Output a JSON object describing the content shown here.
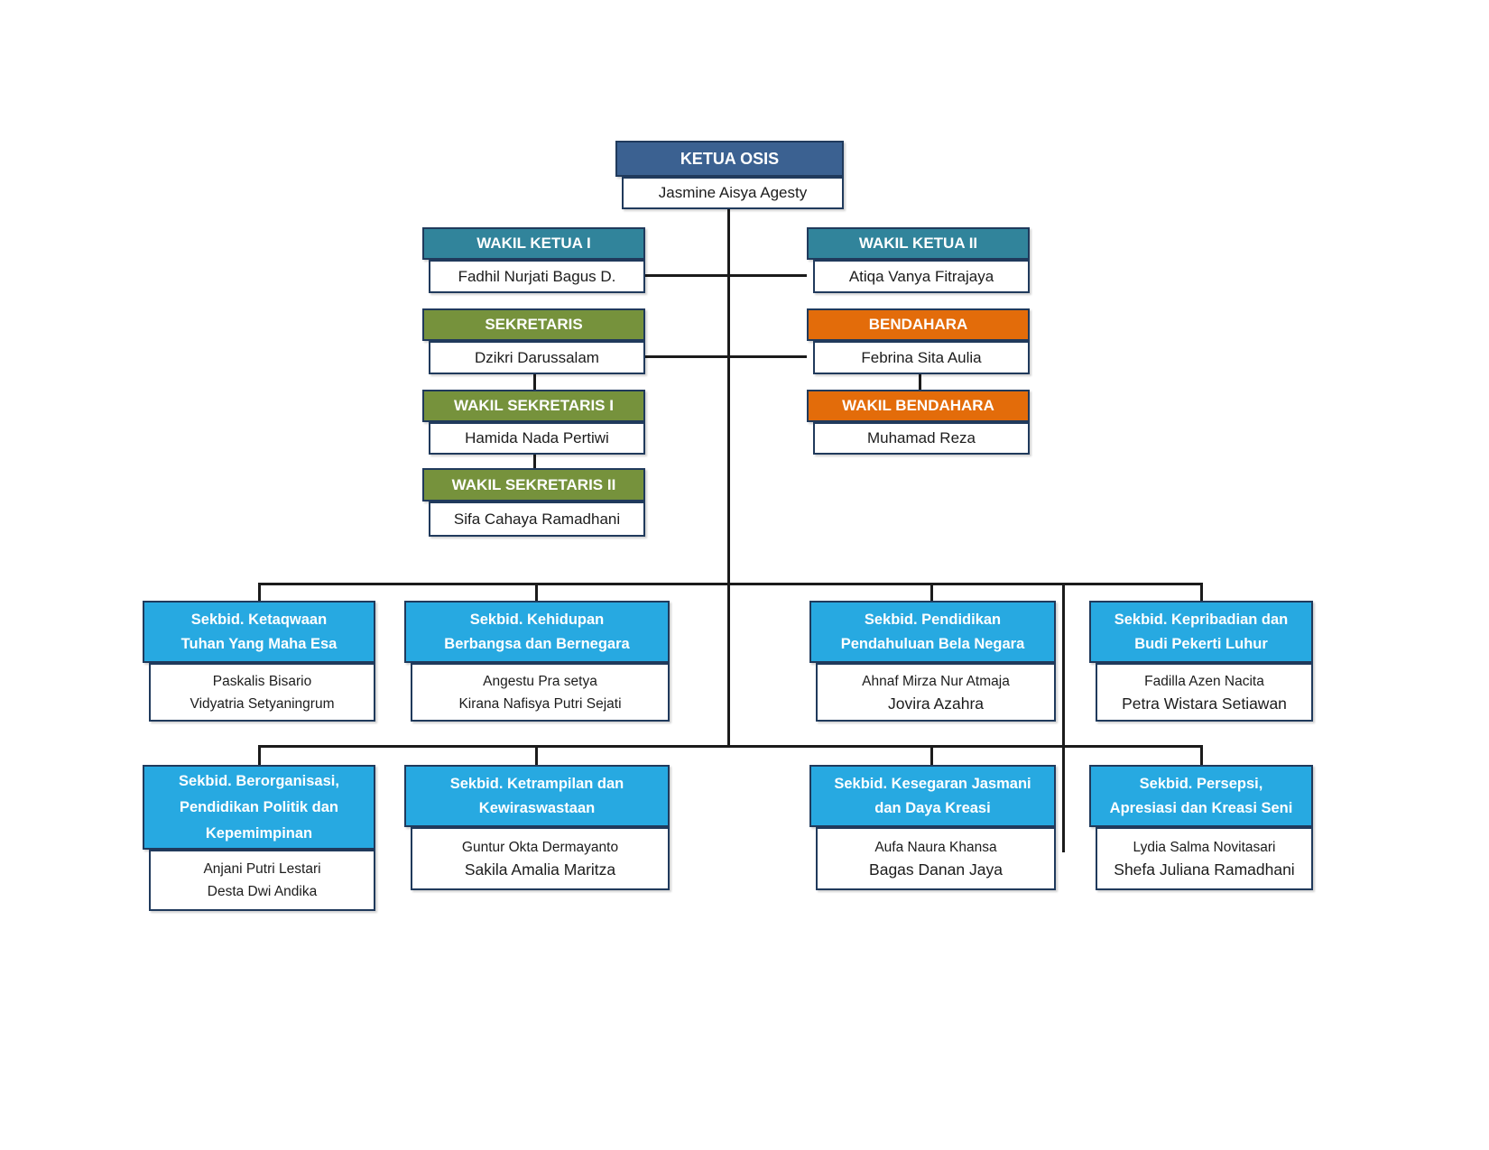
{
  "colors": {
    "navy": "#3B6191",
    "teal": "#31849B",
    "green": "#76923C",
    "orange": "#E36C0A",
    "blue": "#27A9E1",
    "border": "#203A5C",
    "line": "#1B1B1B"
  },
  "nodes": {
    "ketua": {
      "title": "KETUA OSIS",
      "name": "Jasmine Aisya Agesty"
    },
    "wakil_ketua_1": {
      "title": "WAKIL KETUA I",
      "name": "Fadhil Nurjati Bagus D."
    },
    "wakil_ketua_2": {
      "title": "WAKIL KETUA II",
      "name": "Atiqa Vanya Fitrajaya"
    },
    "sekretaris": {
      "title": "SEKRETARIS",
      "name": "Dzikri Darussalam"
    },
    "bendahara": {
      "title": "BENDAHARA",
      "name": "Febrina Sita Aulia"
    },
    "wakil_sekretaris_1": {
      "title": "WAKIL SEKRETARIS I",
      "name": "Hamida Nada Pertiwi"
    },
    "wakil_bendahara": {
      "title": "WAKIL BENDAHARA",
      "name": "Muhamad Reza"
    },
    "wakil_sekretaris_2": {
      "title": "WAKIL SEKRETARIS II",
      "name": "Sifa Cahaya Ramadhani"
    },
    "sekbid_ketaqwaan": {
      "title_lines": [
        "Sekbid. Ketaqwaan",
        "Tuhan Yang Maha Esa"
      ],
      "members": [
        "Paskalis Bisario",
        "Vidyatria Setyaningrum"
      ]
    },
    "sekbid_kehidupan": {
      "title_lines": [
        "Sekbid. Kehidupan",
        "Berbangsa dan Bernegara"
      ],
      "members": [
        "Angestu Pra setya",
        "Kirana Nafisya Putri Sejati"
      ]
    },
    "sekbid_pendidikan": {
      "title_lines": [
        "Sekbid. Pendidikan",
        "Pendahuluan Bela Negara"
      ],
      "members": [
        "Ahnaf Mirza Nur Atmaja",
        "Jovira Azahra"
      ]
    },
    "sekbid_kepribadian": {
      "title_lines": [
        "Sekbid. Kepribadian dan",
        "Budi Pekerti Luhur"
      ],
      "members": [
        "Fadilla Azen Nacita",
        "Petra Wistara Setiawan"
      ]
    },
    "sekbid_berorganisasi": {
      "title_lines": [
        "Sekbid. Berorganisasi,",
        "Pendidikan Politik dan",
        "Kepemimpinan"
      ],
      "members": [
        "Anjani Putri Lestari",
        "Desta Dwi Andika"
      ]
    },
    "sekbid_ketrampilan": {
      "title_lines": [
        "Sekbid. Ketrampilan dan",
        "Kewiraswastaan"
      ],
      "members": [
        "Guntur Okta Dermayanto",
        "Sakila Amalia Maritza"
      ]
    },
    "sekbid_kesegaran": {
      "title_lines": [
        "Sekbid. Kesegaran Jasmani",
        "dan Daya Kreasi"
      ],
      "members": [
        "Aufa Naura Khansa",
        "Bagas Danan Jaya"
      ]
    },
    "sekbid_persepsi": {
      "title_lines": [
        "Sekbid. Persepsi,",
        "Apresiasi dan Kreasi Seni"
      ],
      "members": [
        "Lydia Salma Novitasari",
        "Shefa Juliana Ramadhani"
      ]
    }
  }
}
